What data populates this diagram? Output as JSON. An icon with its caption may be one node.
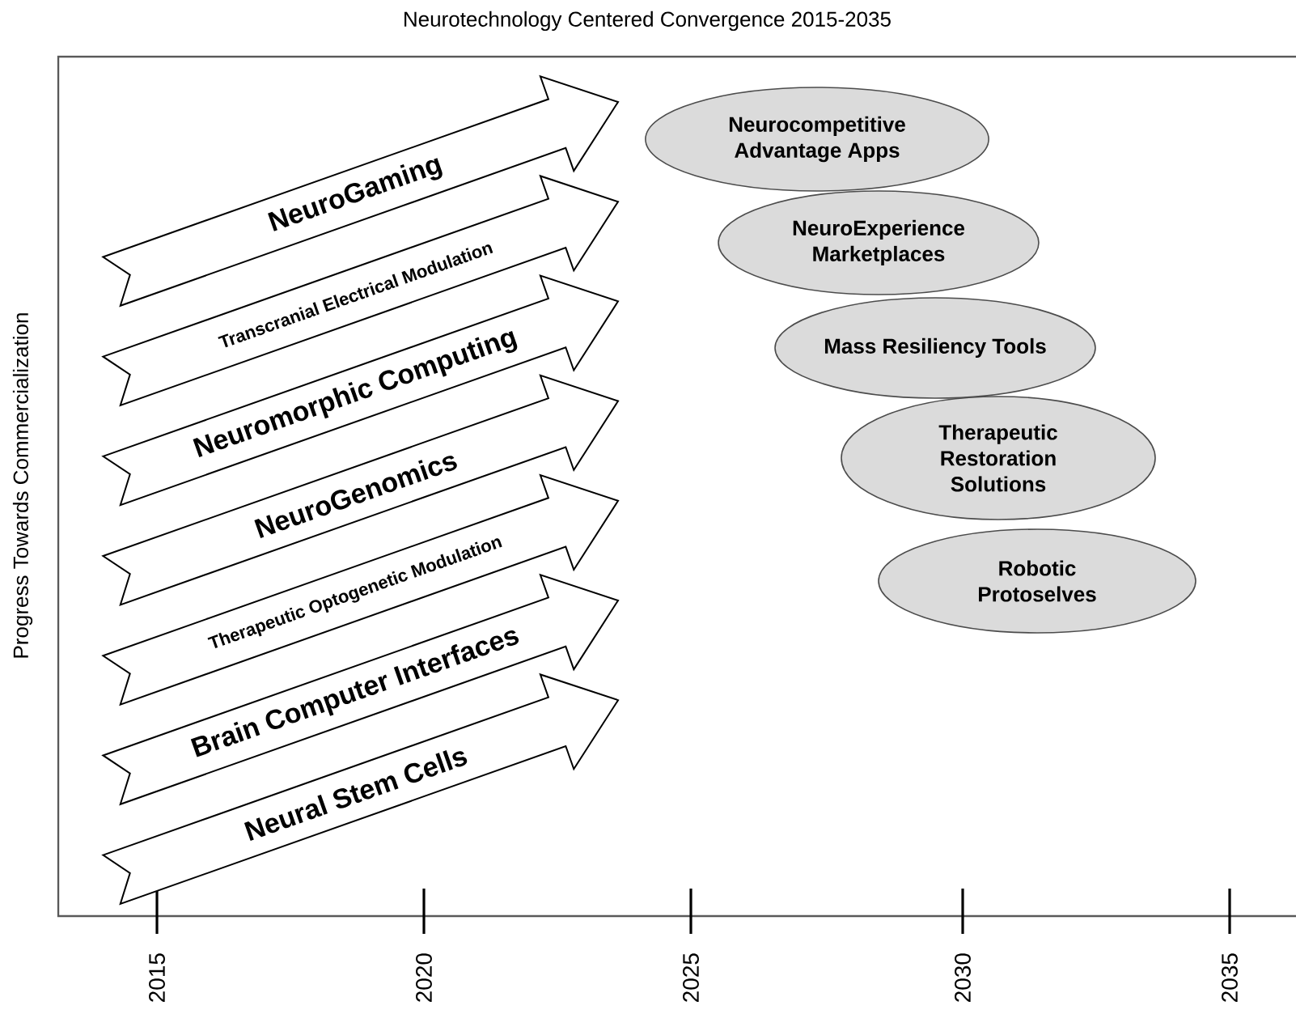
{
  "diagram": {
    "title": "Neurotechnology Centered Convergence 2015-2035",
    "nodes": [
      {
        "text": [
          "NeuroGaming"
        ]
      },
      {
        "text": [
          "Transcranial Electrical Modulation"
        ]
      },
      {
        "text": [
          "Neuromorphic Computing"
        ]
      },
      {
        "text": [
          "NeuroGenomics"
        ]
      },
      {
        "text": [
          "Therapeutic Optogenetic Modulation"
        ]
      },
      {
        "text": [
          "Brain Computer Interfaces"
        ]
      },
      {
        "text": [
          "Neural Stem Cells"
        ]
      },
      {
        "text": [
          "Neurocompetitive Advantage Apps"
        ]
      },
      {
        "text": [
          "NeuroExperience Marketplaces"
        ]
      },
      {
        "text": [
          "Mass Resiliency Tools"
        ]
      },
      {
        "text": [
          "Therapeutic Restoration Solutions"
        ]
      },
      {
        "text": [
          "Robotic Protoselves"
        ]
      }
    ],
    "edges": [],
    "labels": [
      "Progress Towards Commercialization",
      "2015",
      "2020",
      "2025",
      "2030",
      "2035"
    ]
  }
}
